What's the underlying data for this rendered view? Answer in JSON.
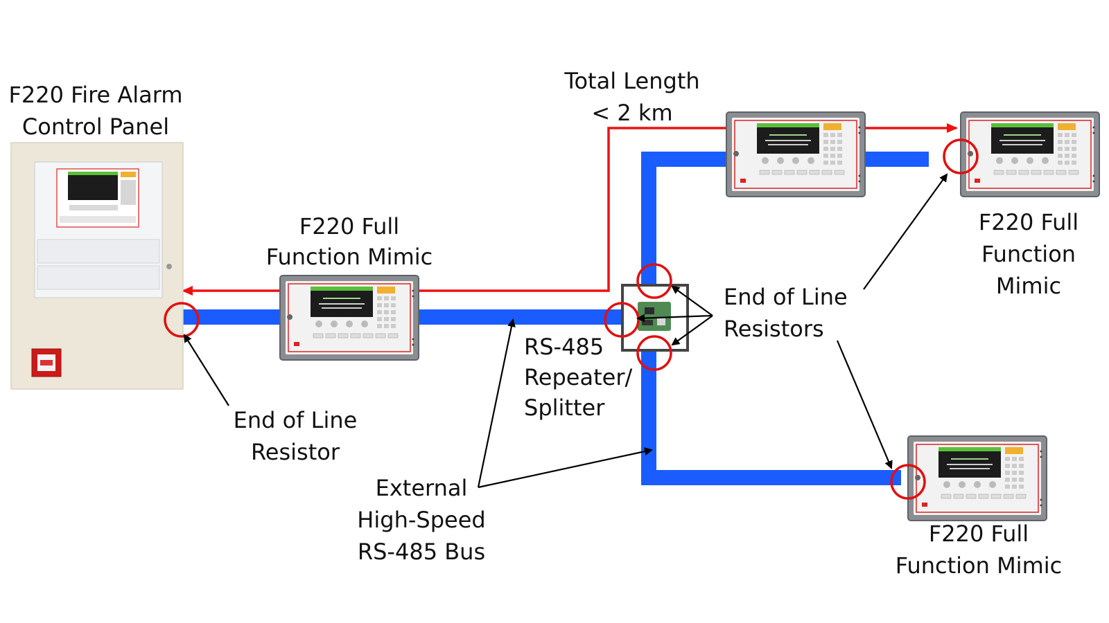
{
  "labels": {
    "control_panel_line1": "F220 Fire Alarm",
    "control_panel_line2": "Control Panel",
    "mimic_a_line1": "F220 Full",
    "mimic_a_line2": "Function Mimic",
    "total_length_line1": "Total Length",
    "total_length_line2": "< 2 km",
    "mimic_b_line1": "F220 Full",
    "mimic_b_line2": "Function",
    "mimic_b_line3": "Mimic",
    "eol_multi_line1": "End of Line",
    "eol_multi_line2": "Resistors",
    "repeater_line1": "RS-485",
    "repeater_line2": "Repeater/",
    "repeater_line3": "Splitter",
    "eol_single_line1": "End of Line",
    "eol_single_line2": "Resistor",
    "bus_line1": "External",
    "bus_line2": "High-Speed",
    "bus_line3": "RS-485 Bus",
    "mimic_c_line1": "F220 Full",
    "mimic_c_line2": "Function Mimic"
  },
  "colors": {
    "bus": "#1a5cff",
    "length_line": "#ee1111",
    "resistor_marker": "#e01010",
    "arrow": "#000000",
    "panel_cabinet": "#ece7d8",
    "mimic_frame": "#8a8d92",
    "lcd_screen": "#1c1c1c",
    "lcd_header": "#5cbf3a"
  },
  "icons": [
    "fire-alarm-panel-icon",
    "mimic-panel-icon",
    "repeater-board-icon",
    "manual-call-point-icon"
  ]
}
